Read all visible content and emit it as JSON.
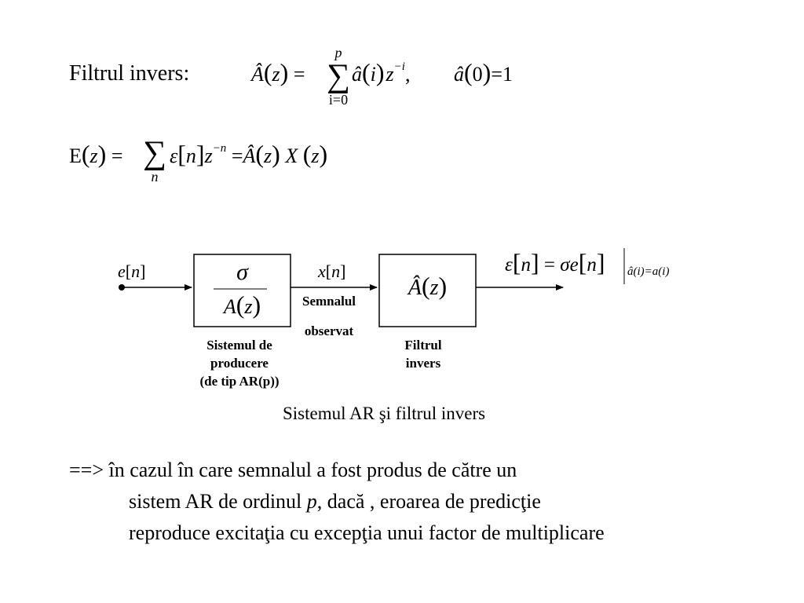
{
  "slide": {
    "title_label": "Filtrul invers:",
    "eq1": {
      "A_hat": "Â",
      "z": "z",
      "equals": "=",
      "sum_upper": "p",
      "sum_lower": "i=0",
      "a_hat": "â",
      "i": "i",
      "z_power": "−i",
      "comma": ",",
      "a0_lhs": "â",
      "zero": "0",
      "a0_rhs": "=1"
    },
    "eq2": {
      "E": "E",
      "z": "z",
      "equals": "=",
      "sum_lower": "n",
      "eps": "ε",
      "n": "n",
      "z_power": "−n",
      "equals2": "=",
      "A_hat": "Â",
      "X": "X"
    },
    "diagram": {
      "input_e": "e",
      "input_n": "n",
      "block1_num": "σ",
      "block1_den": "A",
      "block1_den_arg": "z",
      "middle_x": "x",
      "middle_n": "n",
      "middle_label_1": "Semnalul",
      "middle_label_2": "observat",
      "block2_A": "Â",
      "block2_arg": "z",
      "output_eps": "ε",
      "output_n": "n",
      "output_eq": "=",
      "output_sigma": "σ",
      "output_e": "e",
      "output_n2": "n",
      "output_cond": "â(i)=a(i)",
      "block1_caption": [
        "Sistemul de",
        "producere",
        "(de tip AR(p))"
      ],
      "block2_caption": [
        "Filtrul",
        "invers"
      ]
    },
    "caption": "Sistemul AR şi filtrul invers",
    "bottom_text": {
      "line1": "==>  în cazul în care semnalul a fost produs de către un",
      "line2_a": "sistem AR de ordinul ",
      "line2_p": "p",
      "line2_b": ", dacă , eroarea de predicţie",
      "line3": "reproduce excitaţia cu excepţia unui factor de multiplicare"
    }
  }
}
